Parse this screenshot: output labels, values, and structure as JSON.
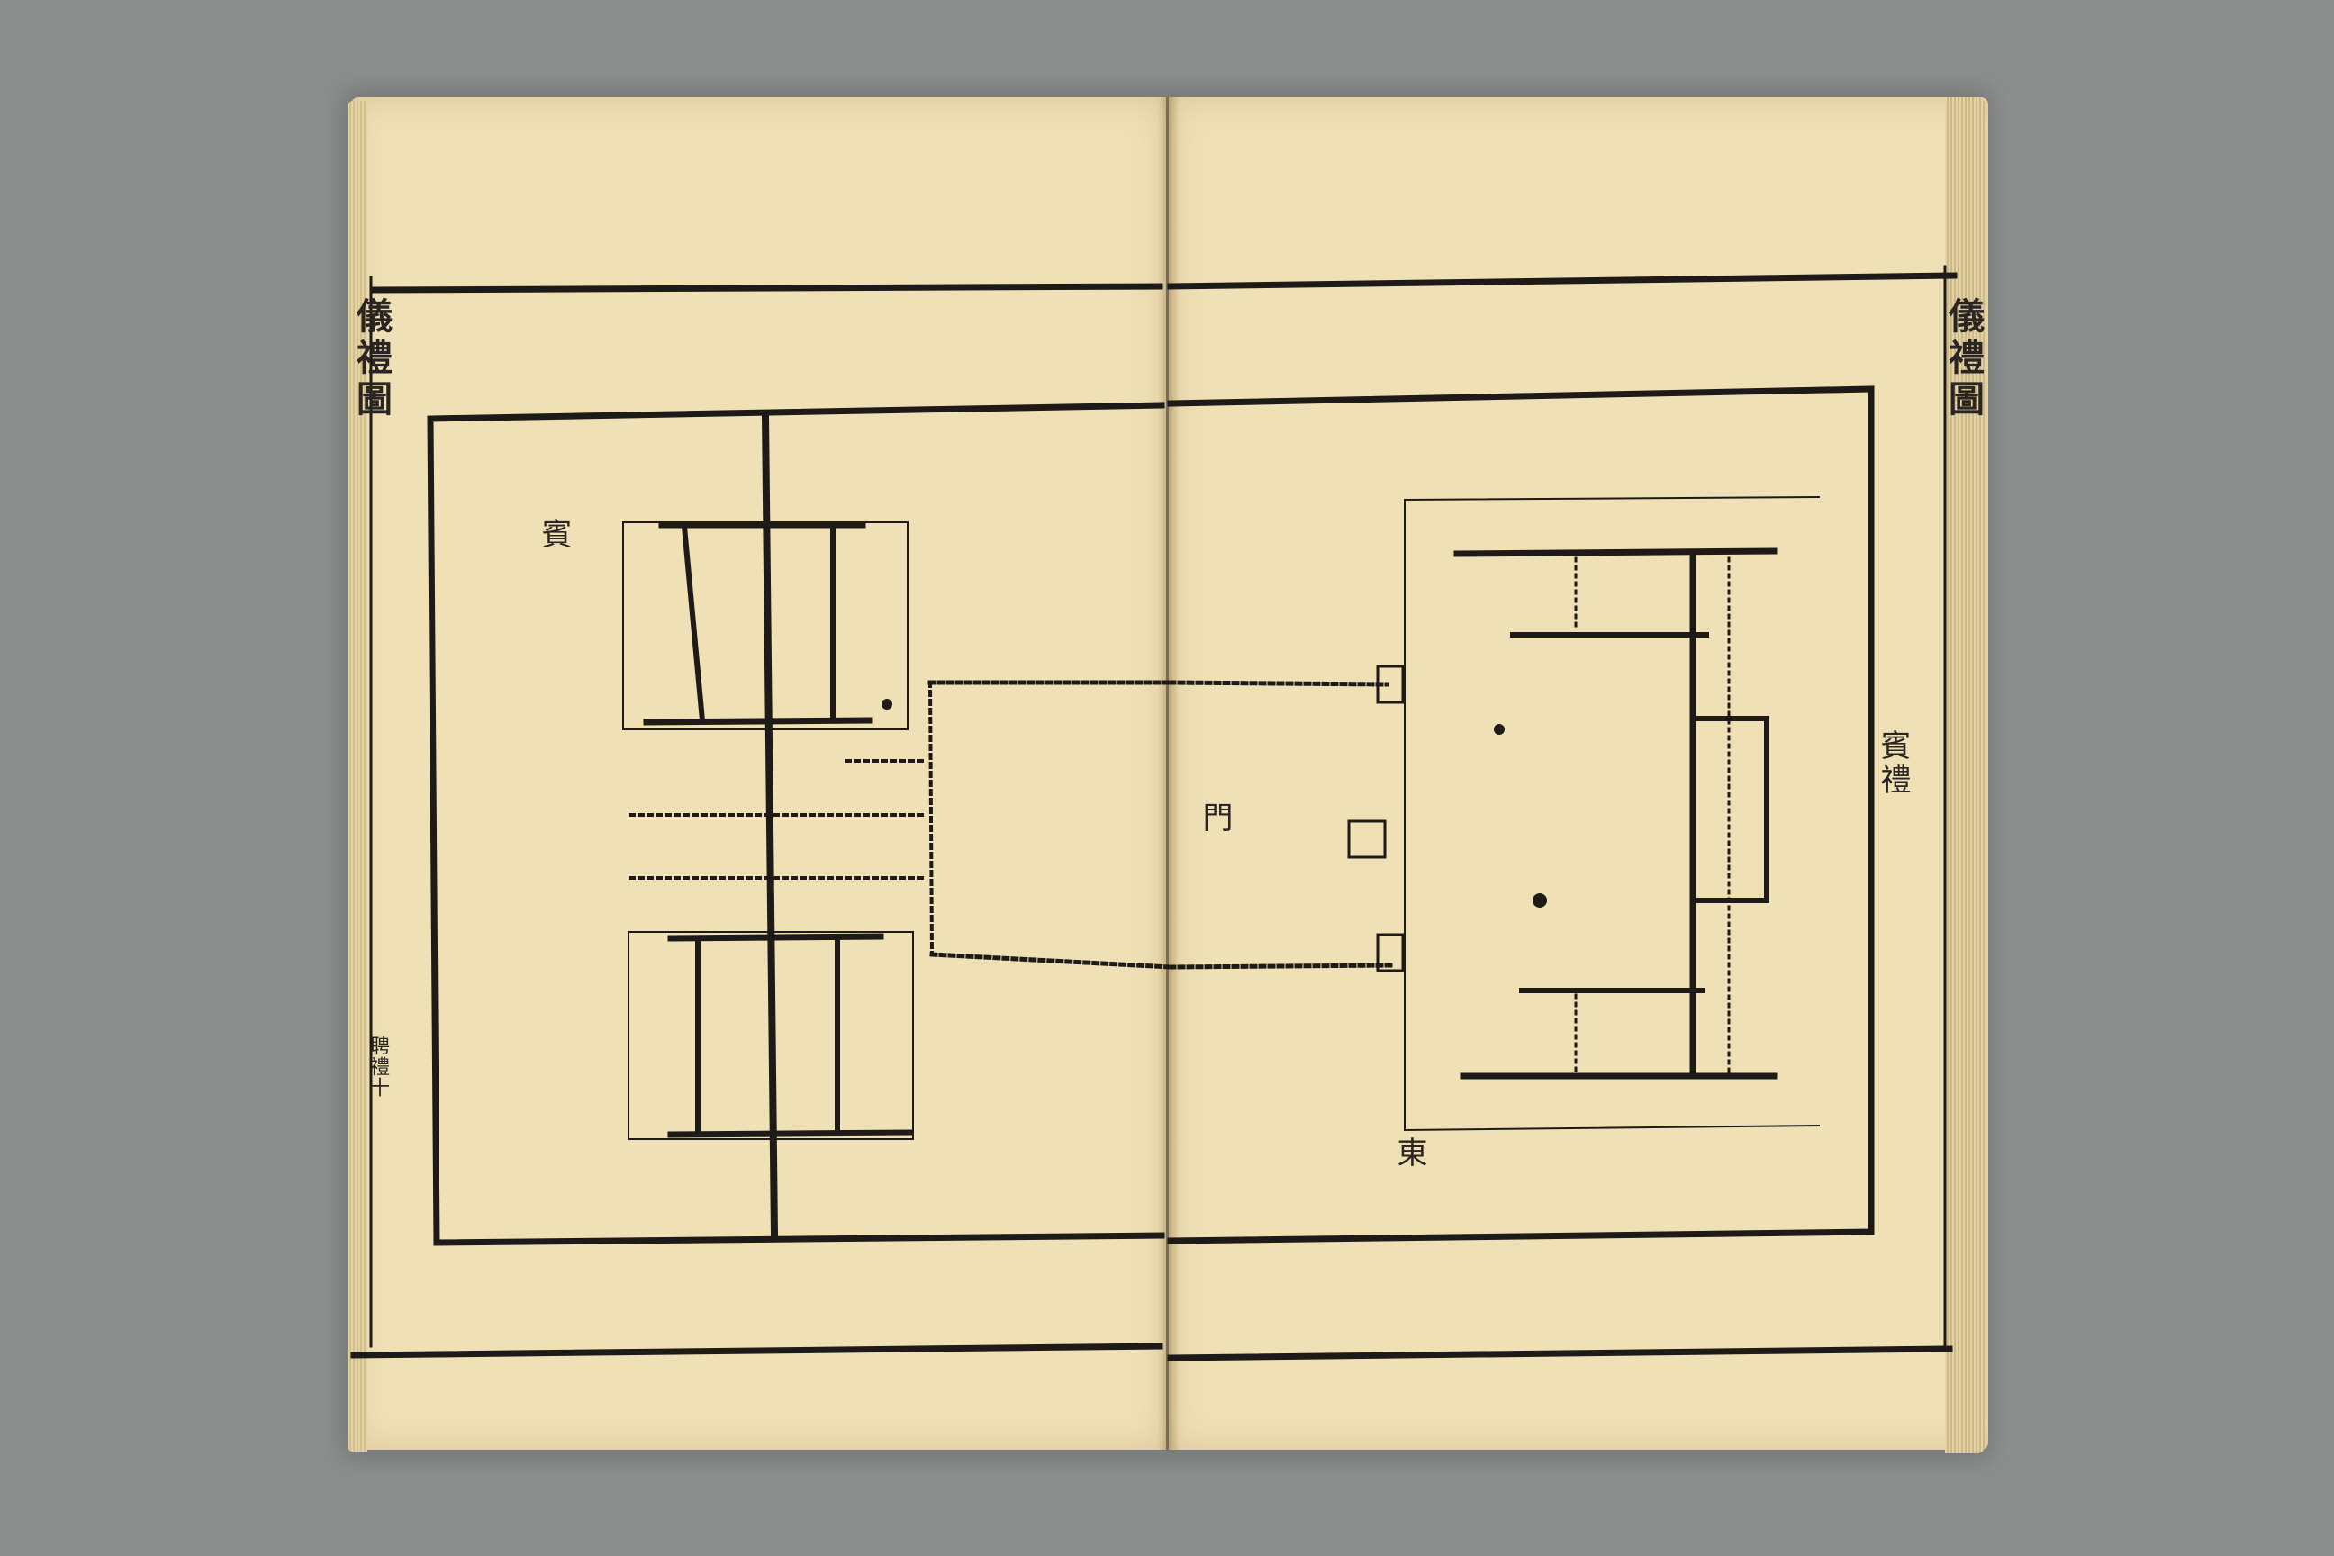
{
  "left_page": {
    "margin_title": "儀禮圖",
    "folio_label": "聘禮十",
    "labels": {
      "guest": "賓"
    }
  },
  "right_page": {
    "margin_title": "儀禮圖",
    "section_title": "賓禮",
    "labels": {
      "door": "門",
      "east": "東"
    }
  }
}
